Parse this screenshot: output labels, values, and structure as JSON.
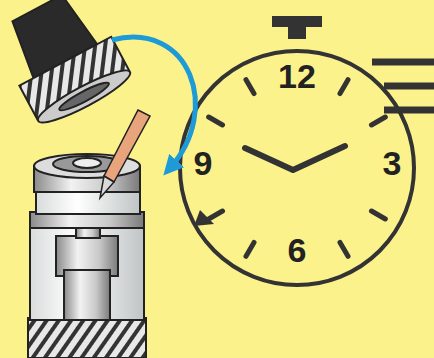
{
  "diagram": {
    "labels": [
      "12",
      "9",
      "3",
      "6"
    ]
  }
}
